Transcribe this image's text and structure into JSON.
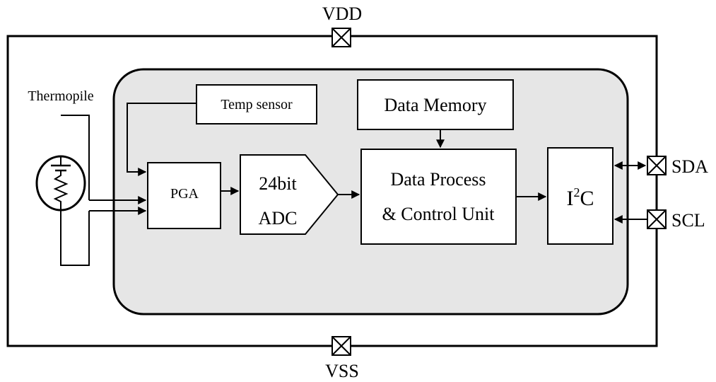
{
  "pins": {
    "vdd": "VDD",
    "vss": "VSS",
    "sda": "SDA",
    "scl": "SCL"
  },
  "blocks": {
    "thermopile": "Thermopile",
    "temp_sensor": "Temp sensor",
    "data_memory": "Data Memory",
    "pga": "PGA",
    "adc_line1": "24bit",
    "adc_line2": "ADC",
    "dpcu_line1": "Data Process",
    "dpcu_line2": "& Control Unit",
    "i2c_base": "I",
    "i2c_sup": "2",
    "i2c_tail": "C"
  },
  "colors": {
    "core_fill": "#e6e6e6",
    "stroke": "#000000"
  }
}
